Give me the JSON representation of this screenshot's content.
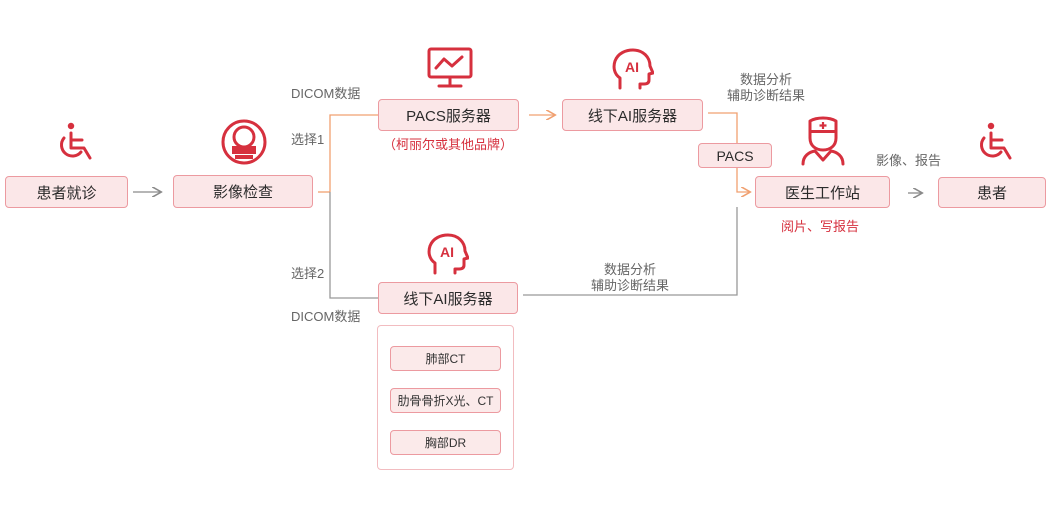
{
  "nodes": {
    "patient_visit": "患者就诊",
    "imaging_exam": "影像检查",
    "pacs_server": "PACS服务器",
    "pacs_brand_note": "（柯丽尔或其他品牌）",
    "offline_ai_server_top": "线下AI服务器",
    "pacs_tag": "PACS",
    "doctor_station": "医生工作站",
    "doctor_note": "阅片、写报告",
    "patient": "患者",
    "offline_ai_server_bottom": "线下AI服务器"
  },
  "labels": {
    "dicom_top": "DICOM数据",
    "option1": "选择1",
    "option2": "选择2",
    "dicom_bottom": "DICOM数据",
    "analysis_top_line1": "数据分析",
    "analysis_top_line2": "辅助诊断结果",
    "analysis_bottom_line1": "数据分析",
    "analysis_bottom_line2": "辅助诊断结果",
    "image_report": "影像、报告"
  },
  "ai_modules": [
    "肺部CT",
    "肋骨骨折X光、CT",
    "胸部DR"
  ],
  "icons": {
    "wheelchair_left": "wheelchair-icon",
    "scanner": "ct-scanner-icon",
    "monitor": "monitor-icon",
    "ai_head_top": "ai-head-icon",
    "ai_head_bottom": "ai-head-icon",
    "doctor": "doctor-icon",
    "wheelchair_right": "wheelchair-icon"
  },
  "colors": {
    "accent": "#d6303e",
    "box_fill": "#fbe7e8",
    "box_border": "#ec9aa0",
    "arrow_orange": "#f0a070",
    "line_gray": "#999999"
  }
}
